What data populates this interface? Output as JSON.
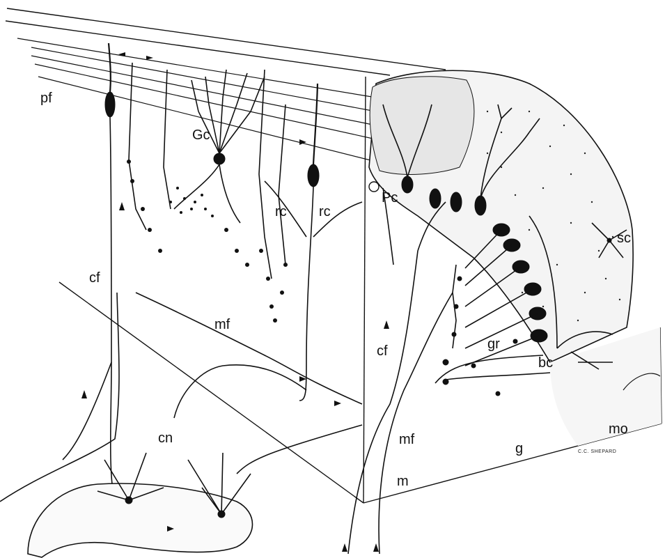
{
  "figure": {
    "labels": {
      "pf": "pf",
      "gc": "Gc",
      "rc_left": "rc",
      "rc_right": "rc",
      "pc": "Pc",
      "sc": "sc",
      "cf_left": "cf",
      "cf_right": "cf",
      "mf_left": "mf",
      "mf_right": "mf",
      "gr": "gr",
      "bc": "bc",
      "cn": "cn",
      "g": "g",
      "mo": "mo",
      "m": "m"
    },
    "signature": "C.C. SHEPARD"
  }
}
